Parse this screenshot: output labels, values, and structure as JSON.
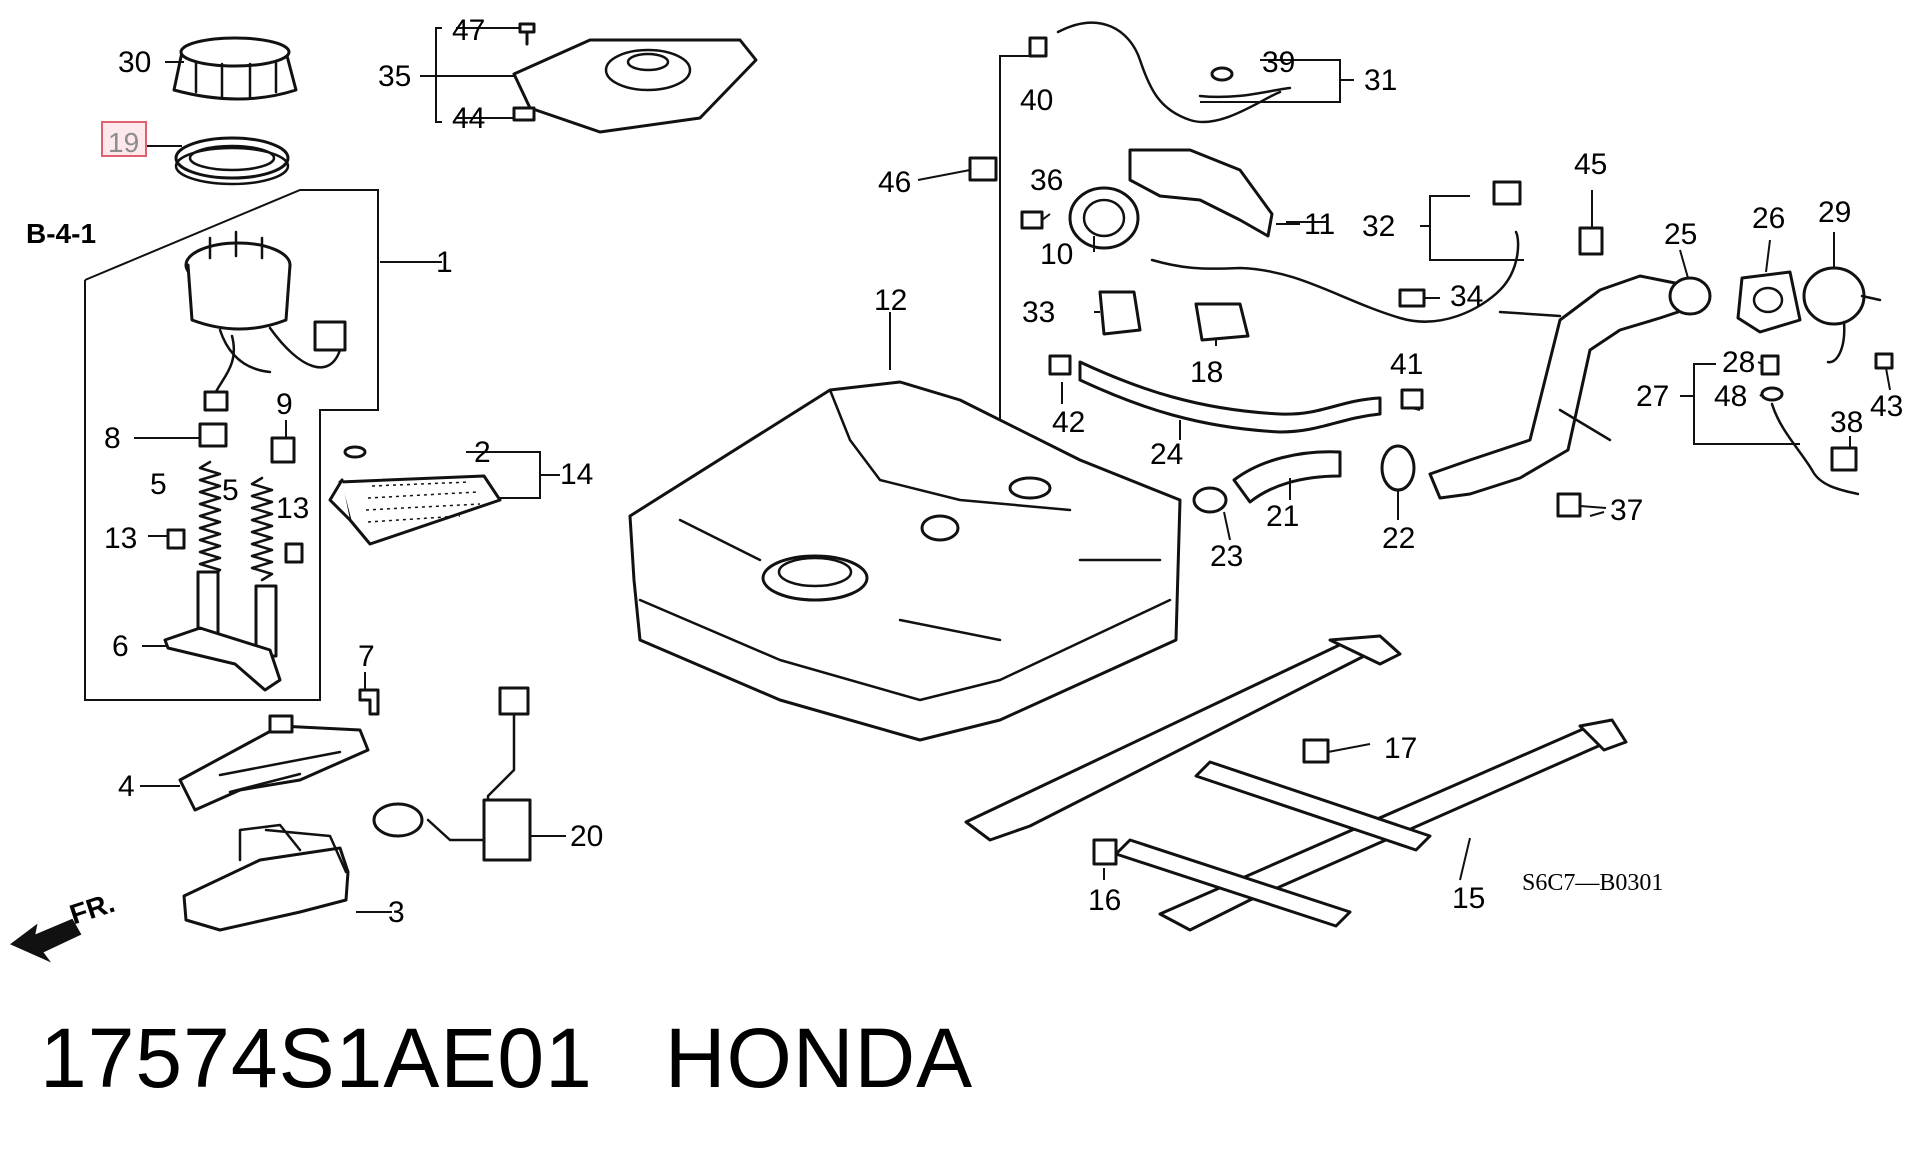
{
  "diagram": {
    "labels": {
      "p1": "1",
      "p2": "2",
      "p3": "3",
      "p4": "4",
      "p5a": "5",
      "p5b": "5",
      "p6": "6",
      "p7": "7",
      "p8": "8",
      "p9": "9",
      "p10": "10",
      "p11": "11",
      "p12": "12",
      "p13a": "13",
      "p13b": "13",
      "p14": "14",
      "p15": "15",
      "p16": "16",
      "p17": "17",
      "p18": "18",
      "p19": "19",
      "p20": "20",
      "p21": "21",
      "p22": "22",
      "p23": "23",
      "p24": "24",
      "p25": "25",
      "p26": "26",
      "p27": "27",
      "p28": "28",
      "p29": "29",
      "p30": "30",
      "p31": "31",
      "p32": "32",
      "p33": "33",
      "p34": "34",
      "p35": "35",
      "p36": "36",
      "p37": "37",
      "p38": "38",
      "p39": "39",
      "p40": "40",
      "p41": "41",
      "p42": "42",
      "p43": "43",
      "p44": "44",
      "p45": "45",
      "p46": "46",
      "p47": "47",
      "p48": "48"
    },
    "reference": "B-4-1",
    "front_marker": "FR.",
    "drawing_code": "S6C7—B0301",
    "highlighted_part": "19"
  },
  "footer": {
    "part_number": "17574S1AE01",
    "brand": "HONDA"
  }
}
